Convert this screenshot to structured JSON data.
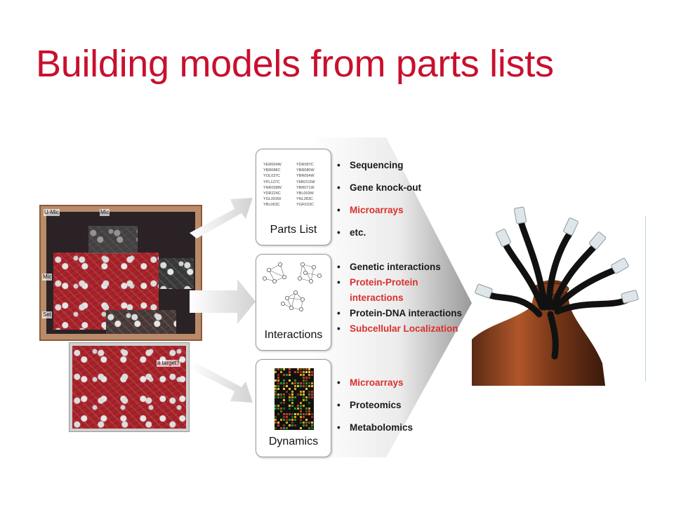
{
  "slide": {
    "title": "Building models from parts lists"
  },
  "radio_labels": {
    "u_mic": "U-Mic",
    "mic_top": "Mic",
    "mic_left": "Mic",
    "set": "Set",
    "target": "a target?"
  },
  "parts_list": {
    "title": "Parts List",
    "genes": [
      "YER004W",
      "YDR097C",
      "YBR088C",
      "YBR080W",
      "YOL037C",
      "YBR054W",
      "YPL127C",
      "YMR215W",
      "YNR038W",
      "YBR071W",
      "YDR224C",
      "YBL003W",
      "YGL003W",
      "YNL283C",
      "YBL063C",
      "YGR153C"
    ],
    "bullets": [
      {
        "text": "Sequencing",
        "color": "black"
      },
      {
        "text": "Gene knock-out",
        "color": "black"
      },
      {
        "text": "Microarrays",
        "color": "red"
      },
      {
        "text": "etc.",
        "color": "black"
      }
    ]
  },
  "interactions": {
    "title": "Interactions",
    "bullets": [
      {
        "text": "Genetic interactions",
        "color": "black"
      },
      {
        "text": "Protein-Protein interactions",
        "color": "red"
      },
      {
        "text": "Protein-DNA interactions",
        "color": "black"
      },
      {
        "text": "Subcellular Localization",
        "color": "red"
      }
    ]
  },
  "dynamics": {
    "title": "Dynamics",
    "bullets": [
      {
        "text": "Microarrays",
        "color": "red"
      },
      {
        "text": "Proteomics",
        "color": "black"
      },
      {
        "text": "Metabolomics",
        "color": "black"
      }
    ]
  },
  "colors": {
    "title_red": "#c8102e",
    "bullet_red": "#d9302c",
    "bullet_black": "#1a1a1a"
  }
}
